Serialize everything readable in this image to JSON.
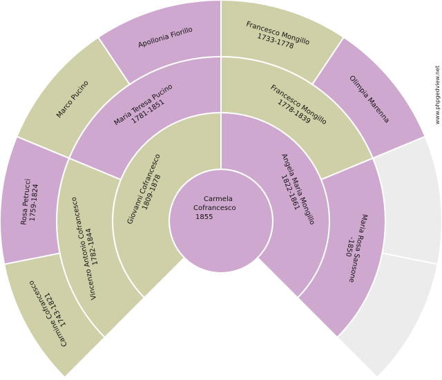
{
  "colors": {
    "male": "#cfcfa8",
    "female": "#cfa8cf",
    "empty": "#ececec",
    "border": "#ffffff",
    "text": "#111111"
  },
  "watermark": "www.phpgedview.net",
  "people": {
    "root": {
      "gender": "female",
      "lines": [
        "Carmela",
        "Cofrancesco",
        "1855"
      ]
    },
    "father": {
      "gender": "male",
      "lines": [
        "Giovanni Cofrancesco",
        "1809-1878"
      ]
    },
    "mother": {
      "gender": "female",
      "lines": [
        "Angela Maria Mongillo",
        "1822-1861"
      ]
    },
    "ff": {
      "gender": "male",
      "lines": [
        "Vincenzo Antonio Cofrancesco",
        "1782-1844"
      ]
    },
    "fm": {
      "gender": "female",
      "lines": [
        "Maria Teresa Pucino",
        "1781-1851"
      ]
    },
    "mf": {
      "gender": "male",
      "lines": [
        "Francesco Mongillo",
        "1778-1839"
      ]
    },
    "mm": {
      "gender": "female",
      "lines": [
        "Maria Rosa Sansone",
        "-1850"
      ]
    },
    "fff": {
      "gender": "male",
      "lines": [
        "Carmine Cofrancesco",
        "1743-1821"
      ]
    },
    "ffm": {
      "gender": "female",
      "lines": [
        "Rosa Petrucci",
        "1759-1824"
      ]
    },
    "fmf": {
      "gender": "male",
      "lines": [
        "Marco Pucino"
      ]
    },
    "fmm": {
      "gender": "female",
      "lines": [
        "Apollonia Fiorillo"
      ]
    },
    "mff": {
      "gender": "male",
      "lines": [
        "Francesco Mongillo",
        "1733-1778"
      ]
    },
    "mfm": {
      "gender": "female",
      "lines": [
        "Olimpia Marenna"
      ]
    },
    "mmf": {
      "gender": "empty",
      "lines": []
    },
    "mmm": {
      "gender": "empty",
      "lines": []
    }
  }
}
